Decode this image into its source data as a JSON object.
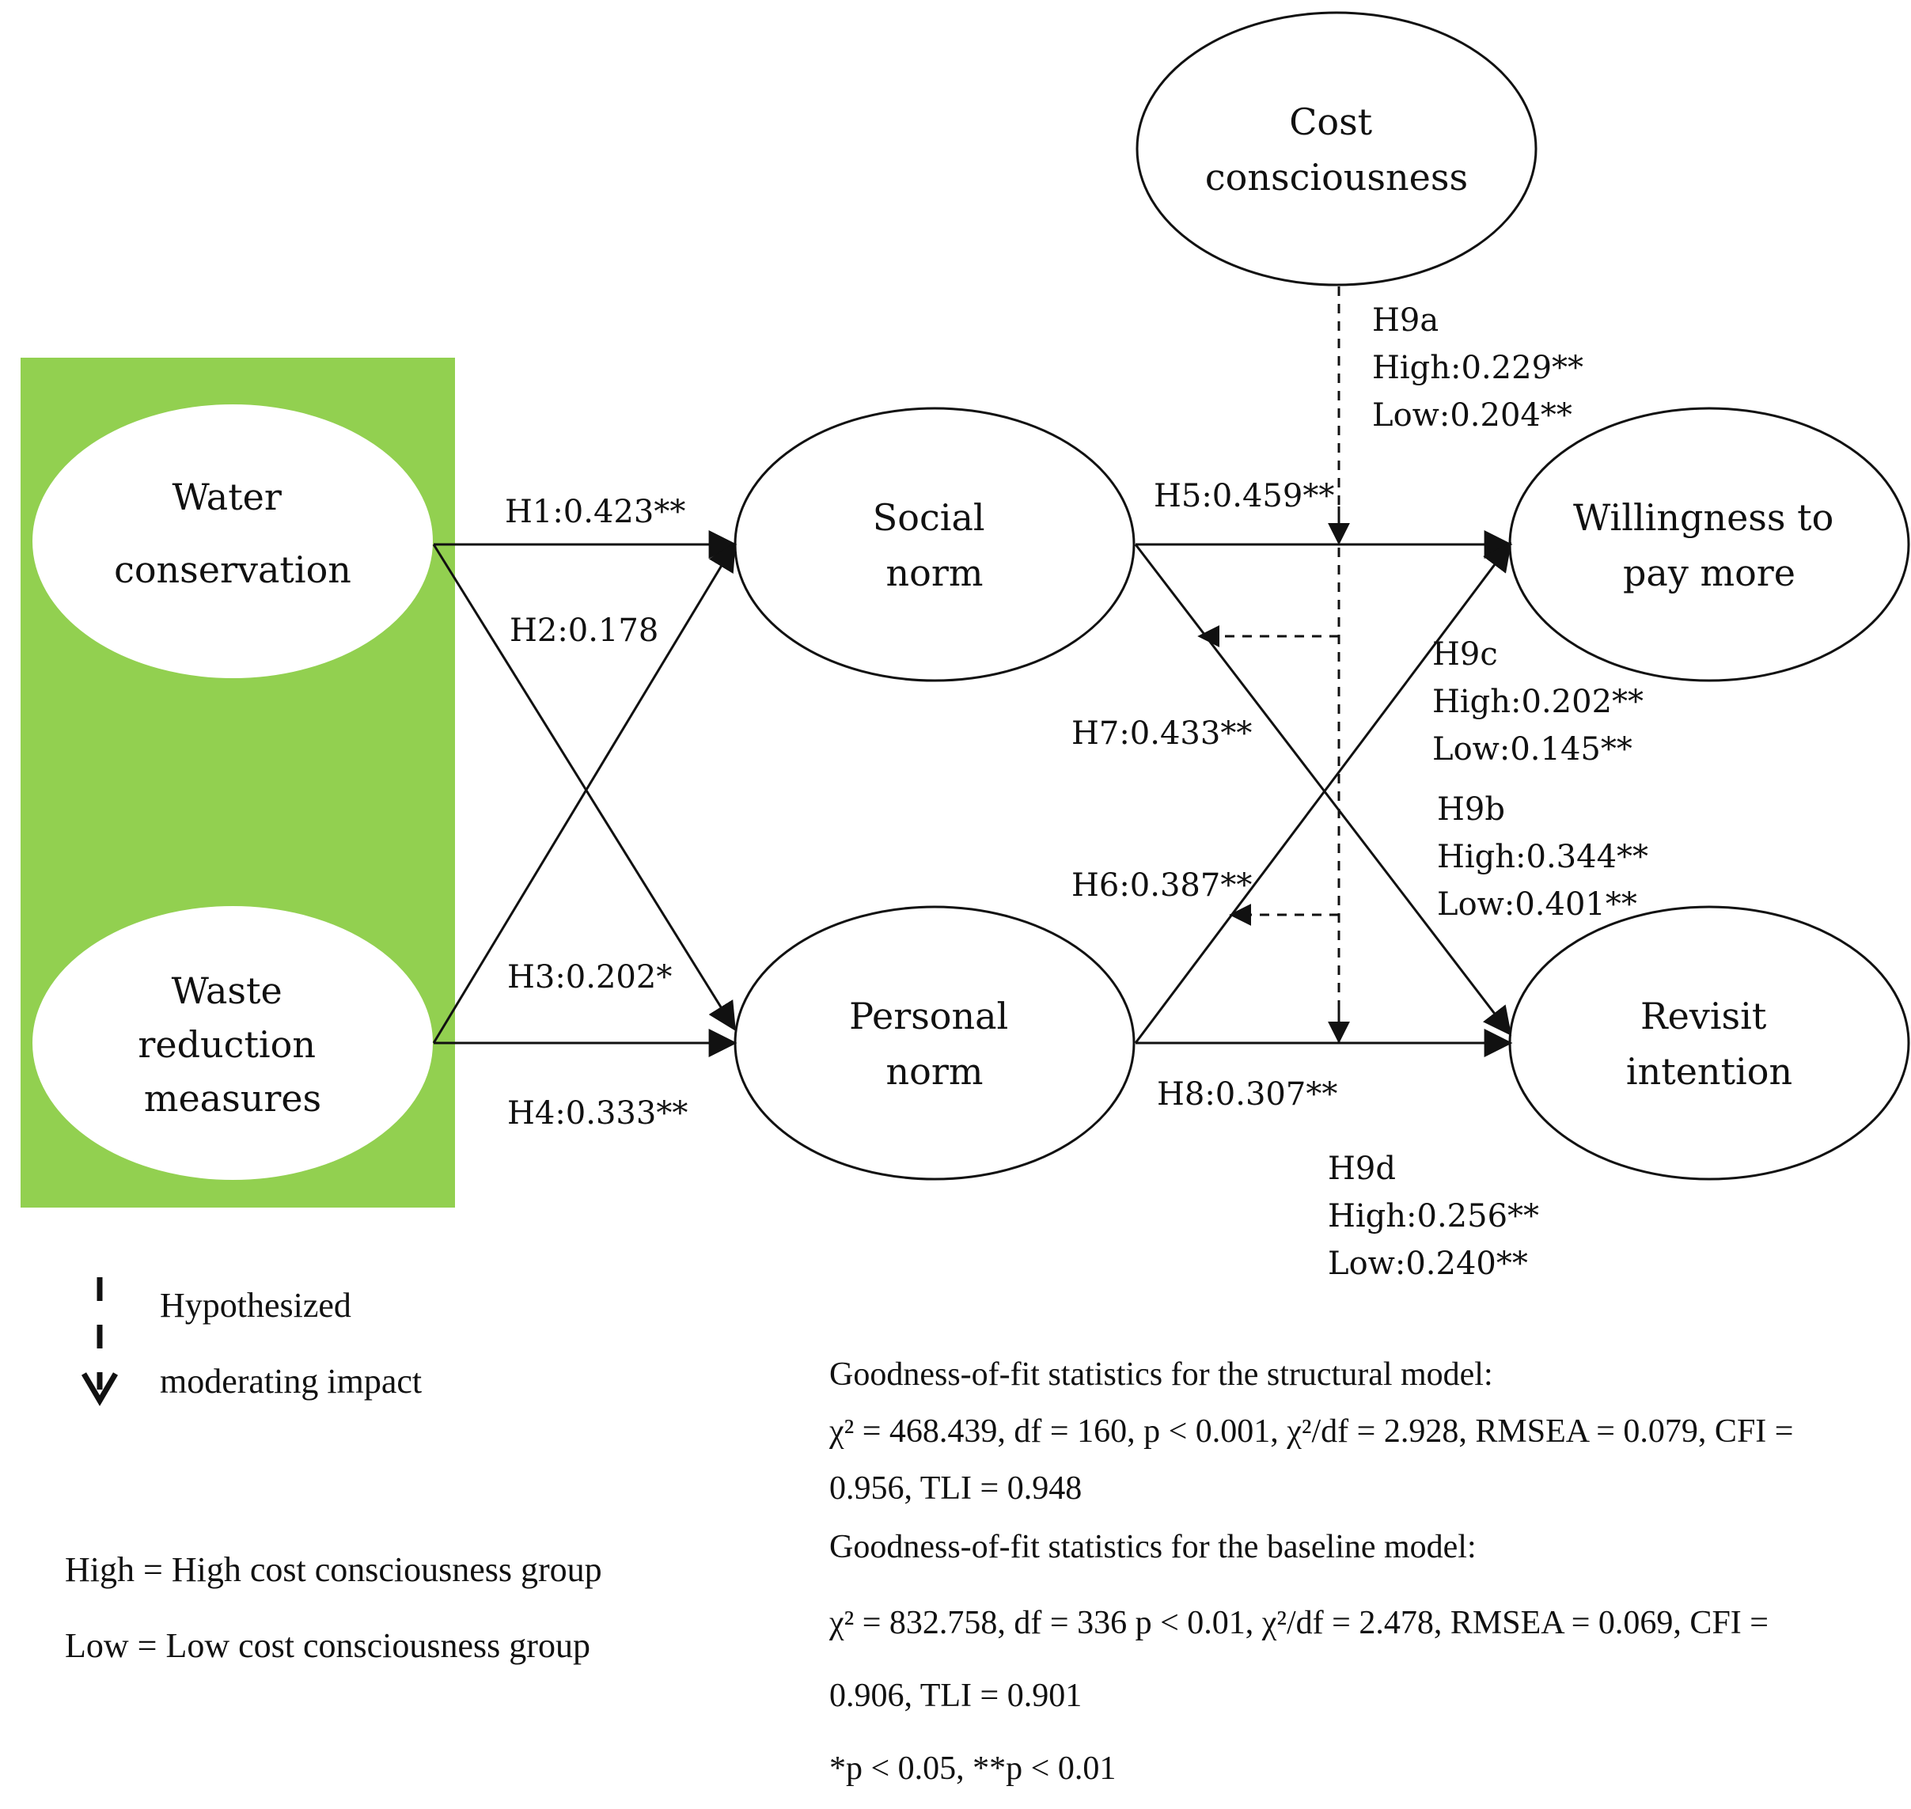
{
  "nodes": {
    "water_conservation": [
      "Water",
      "conservation"
    ],
    "waste_reduction": [
      "Waste",
      "reduction",
      "measures"
    ],
    "social_norm": [
      "Social",
      "norm"
    ],
    "personal_norm": [
      "Personal",
      "norm"
    ],
    "cost_consciousness": [
      "Cost",
      "consciousness"
    ],
    "willingness_to_pay": [
      "Willingness to",
      "pay more"
    ],
    "revisit_intention": [
      "Revisit",
      "intention"
    ]
  },
  "paths": {
    "h1": "H1:0.423**",
    "h2": "H2:0.178",
    "h3": "H3:0.202*",
    "h4": "H4:0.333**",
    "h5": "H5:0.459**",
    "h6": "H6:0.387**",
    "h7": "H7:0.433**",
    "h8": "H8:0.307**"
  },
  "moderation": {
    "h9a": [
      "H9a",
      "High:0.229**",
      "Low:0.204**"
    ],
    "h9b": [
      "H9b",
      "High:0.344**",
      "Low:0.401**"
    ],
    "h9c": [
      "H9c",
      "High:0.202**",
      "Low:0.145**"
    ],
    "h9d": [
      "H9d",
      "High:0.256**",
      "Low:0.240**"
    ]
  },
  "legend": {
    "moderating_line1": "Hypothesized",
    "moderating_line2": "moderating impact",
    "high_def": "High = High cost consciousness group",
    "low_def": "Low = Low cost consciousness group"
  },
  "stats": {
    "structural_title": "Goodness-of-fit statistics for the structural model:",
    "structural_line1": "χ² = 468.439, df = 160, p < 0.001, χ²/df = 2.928, RMSEA = 0.079, CFI =",
    "structural_line2": "0.956, TLI = 0.948",
    "baseline_title": "Goodness-of-fit statistics for the baseline model:",
    "baseline_line1": "χ² = 832.758, df = 336 p < 0.01, χ²/df = 2.478, RMSEA = 0.069, CFI =",
    "baseline_line2": "0.906, TLI = 0.901",
    "significance": "*p < 0.05, **p < 0.01"
  },
  "colors": {
    "antecedent_panel": "#92d050",
    "line": "#111111"
  }
}
